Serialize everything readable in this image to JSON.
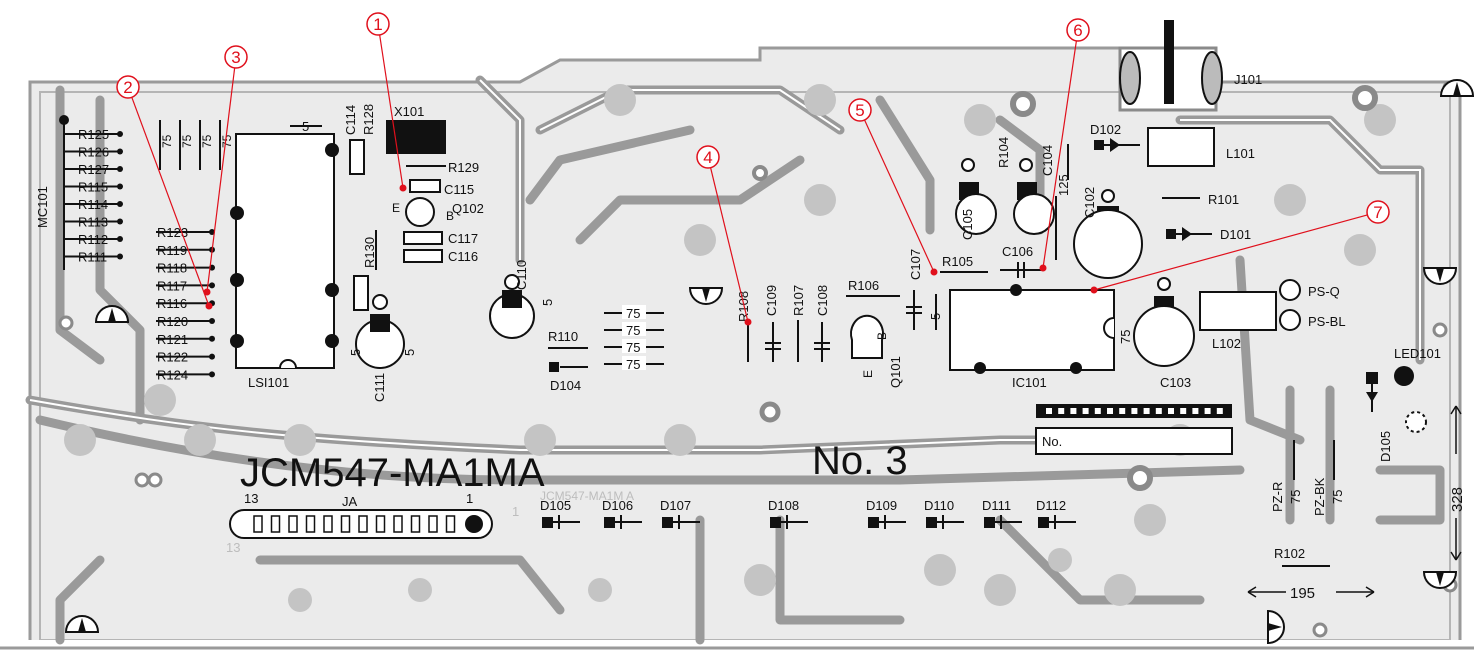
{
  "board": {
    "title": "JCM547-MA1MA",
    "ghost_title": "JCM547-MA1M A",
    "number_label": "No. 3",
    "no_box_label": "No."
  },
  "markers": [
    "1",
    "2",
    "3",
    "4",
    "5",
    "6",
    "7"
  ],
  "connector": {
    "label": "JA",
    "pin_left": "13",
    "pin_right": "1",
    "ghost_pin_left": "13",
    "ghost_pin_right": "1"
  },
  "left_resistors": [
    "R125",
    "R126",
    "R127",
    "R115",
    "R114",
    "R113",
    "R112",
    "R111"
  ],
  "mc_label": "MC101",
  "mid_resistors": [
    "R123",
    "R119",
    "R118",
    "R117",
    "R116",
    "R120",
    "R121",
    "R122",
    "R124"
  ],
  "top_values": [
    "75",
    "75",
    "75",
    "75"
  ],
  "lsi": {
    "label": "LSI101",
    "c114": "C114",
    "r128": "R128",
    "x101": "X101",
    "r129": "R129",
    "c115": "C115",
    "q102": "Q102",
    "e": "E",
    "b": "B",
    "r130": "R130",
    "c117": "C117",
    "c116": "C116",
    "c110": "C110",
    "c111": "C111",
    "five_a": "5",
    "five_b": "5",
    "five_c": "5",
    "five_d": "5"
  },
  "mid": {
    "r110": "R110",
    "d104": "D104",
    "values_75": [
      "75",
      "75",
      "75",
      "75"
    ],
    "r108": "R108",
    "c109": "C109",
    "r107": "R107",
    "c108": "C108",
    "r106": "R106",
    "c107": "C107",
    "b": "B",
    "e": "E",
    "q101": "Q101",
    "five": "5"
  },
  "right": {
    "r104": "R104",
    "c104": "C104",
    "c105": "C105",
    "c102": "C102",
    "v125": "125",
    "c106": "C106",
    "r105": "R105",
    "ic101": "IC101",
    "c103": "C103",
    "v75": "75",
    "d102": "D102",
    "l101": "L101",
    "r101": "R101",
    "d101": "D101",
    "j101": "J101",
    "ps_q": "PS-Q",
    "ps_bl": "PS-BL",
    "l102": "L102",
    "led101": "LED101",
    "d105v": "D105",
    "pz_r": "PZ-R",
    "pz_bk": "PZ-BK",
    "v75a": "75",
    "v75b": "75",
    "r102": "R102",
    "dim_195": "195",
    "dim_328": "328"
  },
  "diodes": [
    "D105",
    "D106",
    "D107",
    "D108",
    "D109",
    "D110",
    "D111",
    "D112"
  ]
}
